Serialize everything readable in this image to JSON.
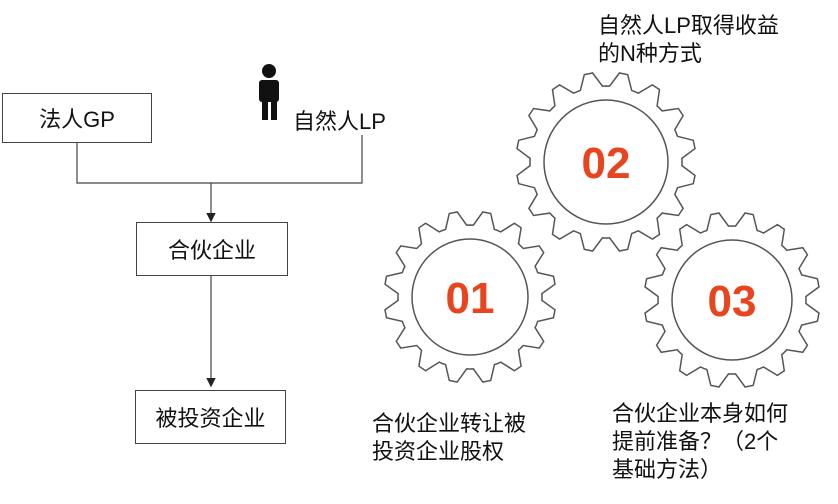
{
  "flow": {
    "gp_label": "法人GP",
    "lp_label": "自然人LP",
    "partnership_label": "合伙企业",
    "investee_label": "被投资企业"
  },
  "gears": {
    "g01": {
      "number": "01",
      "caption_line1": "合伙企业转让被",
      "caption_line2": "投资企业股权"
    },
    "g02": {
      "number": "02",
      "caption_line1": "自然人LP取得收益",
      "caption_line2": "的N种方式"
    },
    "g03": {
      "number": "03",
      "caption_line1": "合伙企业本身如何",
      "caption_line2": "提前准备？（2个",
      "caption_line3": "基础方法）"
    }
  },
  "colors": {
    "accent": "#e8451e",
    "gear_stroke": "#555555"
  },
  "icons": {
    "person": "person-icon"
  }
}
